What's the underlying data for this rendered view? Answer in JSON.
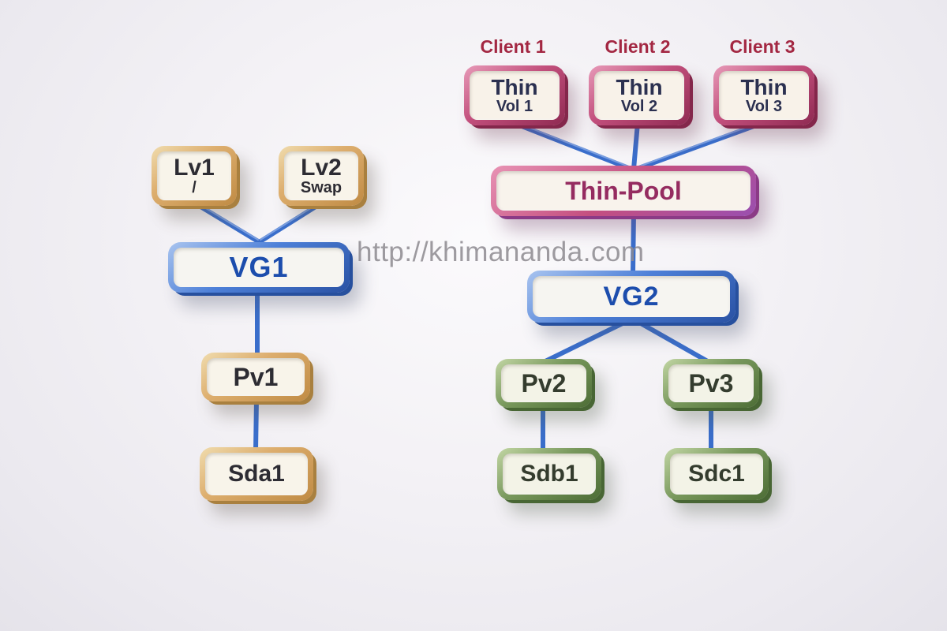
{
  "watermark": "http://khimananda.com",
  "palette": {
    "background": "#f3f1f5",
    "tan_frame": "#ddae6e",
    "blue_frame": "#4d80d8",
    "rose_frame": "#c24f7c",
    "green_frame": "#78985c",
    "connector_blue": "#3a6ecb",
    "client_text": "#a32742",
    "vg_text": "#1c4dad",
    "pool_text": "#952c60"
  },
  "nodes": {
    "lv1": {
      "label": "Lv1",
      "sublabel": "/"
    },
    "lv2": {
      "label": "Lv2",
      "sublabel": "Swap"
    },
    "vg1": {
      "label": "VG1"
    },
    "pv1": {
      "label": "Pv1"
    },
    "sda1": {
      "label": "Sda1"
    },
    "client1": {
      "label": "Client 1"
    },
    "client2": {
      "label": "Client 2"
    },
    "client3": {
      "label": "Client 3"
    },
    "thinvol1": {
      "label": "Thin",
      "sublabel": "Vol 1"
    },
    "thinvol2": {
      "label": "Thin",
      "sublabel": "Vol 2"
    },
    "thinvol3": {
      "label": "Thin",
      "sublabel": "Vol 3"
    },
    "thinpool": {
      "label": "Thin-Pool"
    },
    "vg2": {
      "label": "VG2"
    },
    "pv2": {
      "label": "Pv2"
    },
    "pv3": {
      "label": "Pv3"
    },
    "sdb1": {
      "label": "Sdb1"
    },
    "sdc1": {
      "label": "Sdc1"
    }
  },
  "edges": [
    "Lv1 - VG1",
    "Lv2 - VG1",
    "VG1 - Pv1",
    "Pv1 - Sda1",
    "Thin Vol 1 - Thin-Pool",
    "Thin Vol 2 - Thin-Pool",
    "Thin Vol 3 - Thin-Pool",
    "Thin-Pool - VG2",
    "VG2 - Pv2",
    "VG2 - Pv3",
    "Pv2 - Sdb1",
    "Pv3 - Sdc1"
  ]
}
